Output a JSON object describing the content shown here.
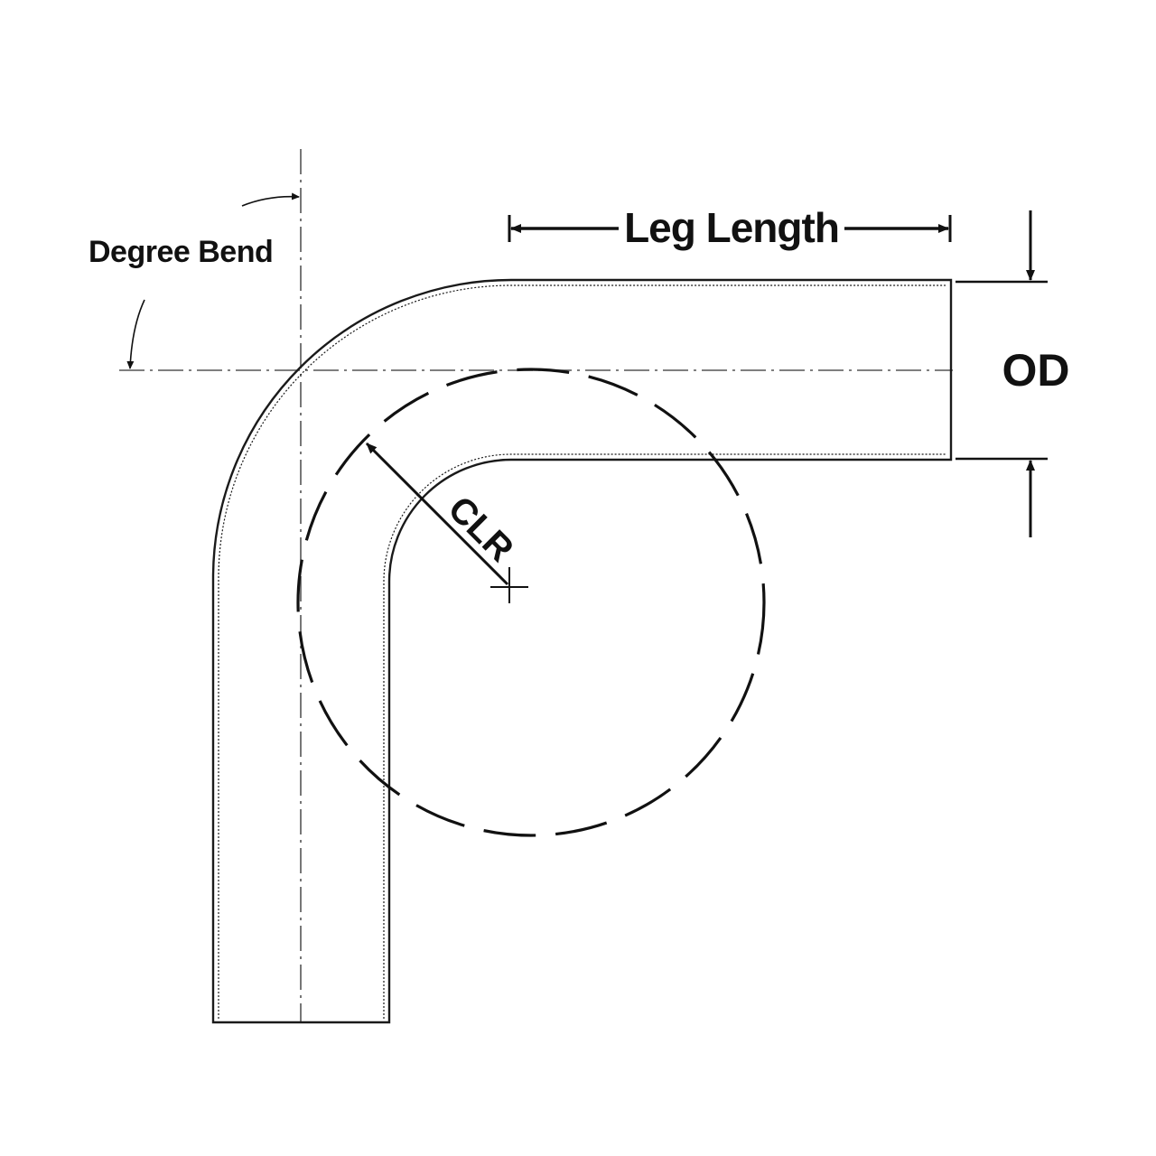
{
  "diagram": {
    "labels": {
      "degree_bend": "Degree Bend",
      "leg_length": "Leg Length",
      "od": "OD",
      "clr": "CLR"
    },
    "colors": {
      "ink": "#111111",
      "tube_stroke": "#1a1a1a",
      "centerline": "#555555",
      "background": "#ffffff"
    }
  }
}
